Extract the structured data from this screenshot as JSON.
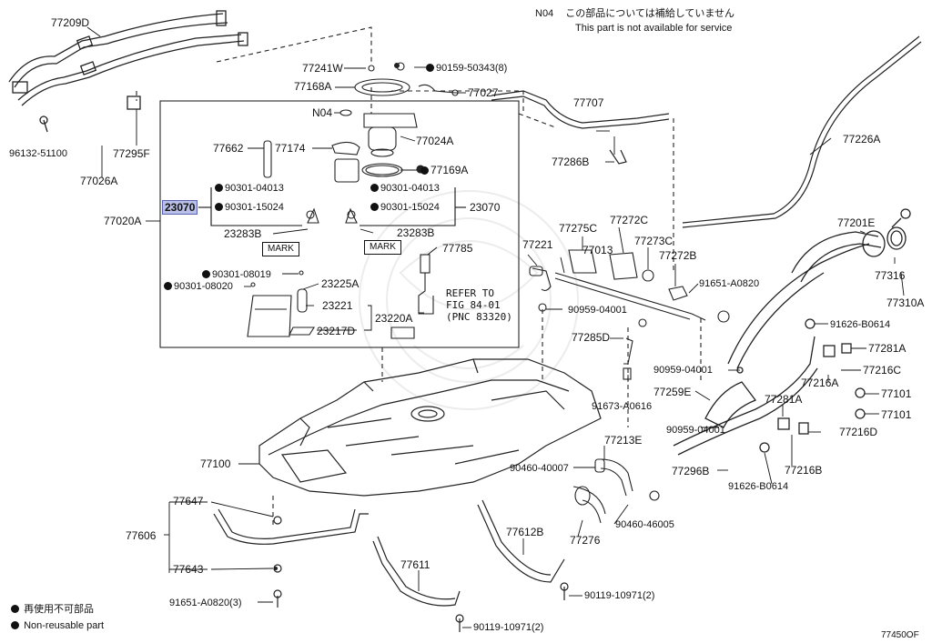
{
  "notes": {
    "code": "N04",
    "jp": "この部品については補給していません",
    "en": "This part is not available for service"
  },
  "legend": {
    "jp": "再使用不可部品",
    "en": "Non-reusable part"
  },
  "ref": {
    "line1": "REFER TO",
    "line2": "FIG 84-01",
    "line3": "(PNC 83320)"
  },
  "mark": "MARK",
  "figure_code": "77450OF",
  "labels": {
    "p77209D": "77209D",
    "p96132": "96132-51100",
    "p77295F": "77295F",
    "p77026A": "77026A",
    "p77020A": "77020A",
    "p77241W": "77241W",
    "p90159": "90159-50343(8)",
    "p77168A": "77168A",
    "p77027": "77027",
    "pN04": "N04",
    "p77024A": "77024A",
    "p77662": "77662",
    "p77174": "77174",
    "p77169A": "77169A",
    "p90301_04013L": "90301-04013",
    "p90301_15024L": "90301-15024",
    "p90301_04013R": "90301-04013",
    "p90301_15024R": "90301-15024",
    "p23070L": "23070",
    "p23070R": "23070",
    "p23283BL": "23283B",
    "p23283BR": "23283B",
    "p77785": "77785",
    "p90301_08019": "90301-08019",
    "p90301_08020": "90301-08020",
    "p23225A": "23225A",
    "p23221": "23221",
    "p23217D": "23217D",
    "p23220A": "23220A",
    "p77707": "77707",
    "p77286B": "77286B",
    "p77226A": "77226A",
    "p77221": "77221",
    "p77275C": "77275C",
    "p77272C": "77272C",
    "p77013": "77013",
    "p77273C": "77273C",
    "p77272B": "77272B",
    "p91651_0820": "91651-A0820",
    "p90959_a": "90959-04001",
    "p77285D": "77285D",
    "p90959_b": "90959-04001",
    "p77259E": "77259E",
    "p90959_c": "90959-04001",
    "p91673": "91673-A0616",
    "p77201E": "77201E",
    "p77316": "77316",
    "p77310A": "77310A",
    "p91626_a": "91626-B0614",
    "p77281A_a": "77281A",
    "p77216C": "77216C",
    "p77216A": "77216A",
    "p77101_a": "77101",
    "p77281A_b": "77281A",
    "p77101_b": "77101",
    "p77216D": "77216D",
    "p77216B": "77216B",
    "p77296B": "77296B",
    "p91626_b": "91626-B0614",
    "p77213E": "77213E",
    "p90460_40007": "90460-40007",
    "p90460_46005": "90460-46005",
    "p77276": "77276",
    "p77100": "77100",
    "p77647": "77647",
    "p77606": "77606",
    "p77643": "77643",
    "p91651_3": "91651-A0820(3)",
    "p77611": "77611",
    "p77612B": "77612B",
    "p90119_a": "90119-10971(2)",
    "p90119_b": "90119-10971(2)"
  }
}
